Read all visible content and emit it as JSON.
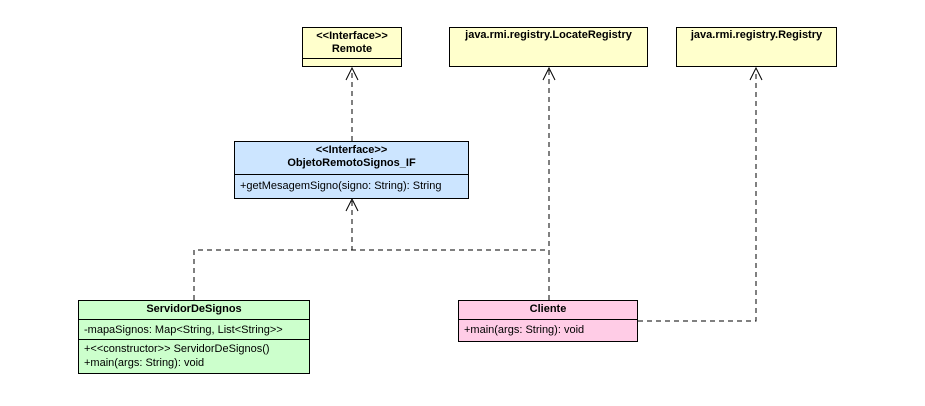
{
  "colors": {
    "interface_yellow": "#ffffcc",
    "interface_blue": "#cce5ff",
    "server_green": "#ccffcc",
    "client_pink": "#ffcce6",
    "line": "#000000"
  },
  "classes": {
    "remote": {
      "stereotype": "<<Interface>>",
      "name": "Remote",
      "attributes": [],
      "methods": []
    },
    "locate_registry": {
      "name": "java.rmi.registry.LocateRegistry"
    },
    "registry": {
      "name": "java.rmi.registry.Registry"
    },
    "objeto_remoto": {
      "stereotype": "<<Interface>>",
      "name": "ObjetoRemotoSignos_IF",
      "methods": [
        "+getMesagemSigno(signo: String): String"
      ]
    },
    "servidor": {
      "name": "ServidorDeSignos",
      "attributes": [
        "-mapaSignos: Map<String, List<String>>"
      ],
      "methods": [
        "+<<constructor>> ServidorDeSignos()",
        "+main(args: String): void"
      ]
    },
    "cliente": {
      "name": "Cliente",
      "methods": [
        "+main(args: String): void"
      ]
    }
  }
}
